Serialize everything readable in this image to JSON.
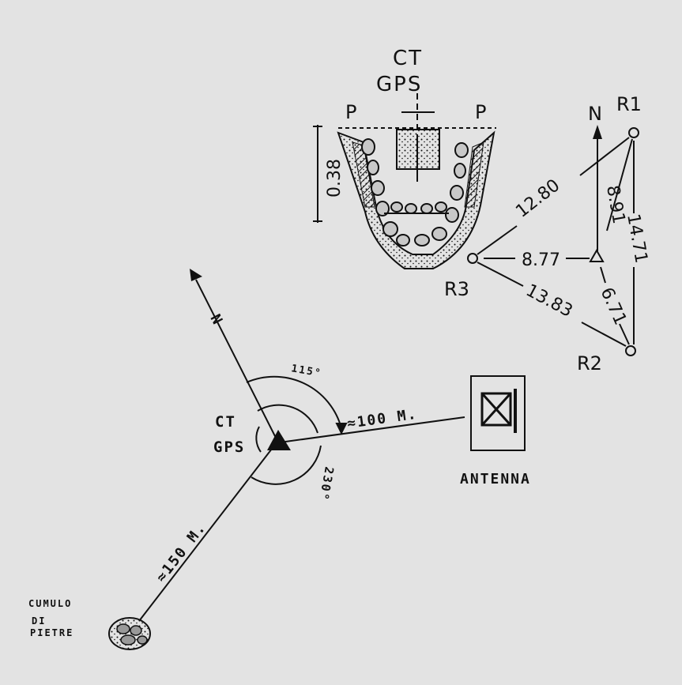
{
  "section": {
    "top_label": "CT",
    "bottom_label": "GPS",
    "left_edge": "P",
    "right_edge": "P",
    "depth": "0.38"
  },
  "ties": {
    "north": "N",
    "points": [
      {
        "id": "r1",
        "label": "R1"
      },
      {
        "id": "r2",
        "label": "R2"
      },
      {
        "id": "r3",
        "label": "R3"
      }
    ],
    "distances": {
      "r3_r1": "12.80",
      "r1_station": "8.91",
      "r1_r2": "14.71",
      "r3_station": "8.77",
      "r3_r2": "13.83",
      "station_r2": "6.71"
    }
  },
  "plan": {
    "north": "N",
    "station": {
      "top_label": "CT",
      "bottom_label": "GPS"
    },
    "angle_to_antenna": "115°",
    "angle_to_cairn": "230°",
    "distance_to_antenna": "≈100 M.",
    "distance_to_cairn": "≈150 M.",
    "antenna_label": "ANTENNA",
    "cairn_label": [
      "CUMULO",
      "DI",
      "PIETRE"
    ]
  },
  "colors": {
    "paper": "#e3e3e3",
    "ink": "#111111"
  }
}
